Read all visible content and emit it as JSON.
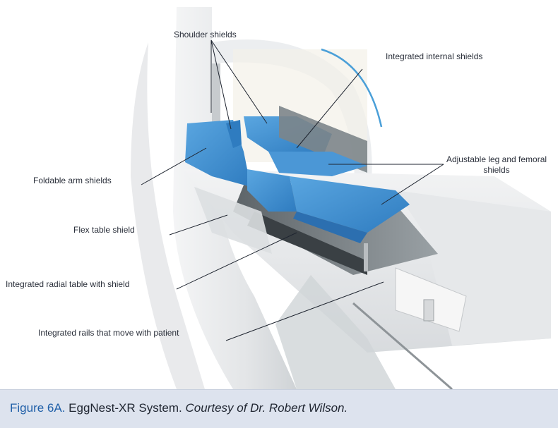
{
  "labels": {
    "shoulder_shields": "Shoulder shields",
    "integrated_internal_shields": "Integrated internal shields",
    "adjustable_leg_line1": "Adjustable leg and femoral",
    "adjustable_leg_line2": "shields",
    "foldable_arm_shields": "Foldable arm shields",
    "flex_table_shield": "Flex table shield",
    "integrated_radial_table": "Integrated radial table with shield",
    "integrated_rails": "Integrated rails that move with patient"
  },
  "caption": {
    "figure_number": "Figure 6A.",
    "title": " EggNest-XR System. ",
    "credit": "Courtesy of Dr. Robert Wilson."
  },
  "colors": {
    "shield_blue": "#3f8fd2",
    "shield_dark": "#2c6fb0",
    "caption_bg": "#dde3ee",
    "figure_number": "#1f5fa8"
  }
}
